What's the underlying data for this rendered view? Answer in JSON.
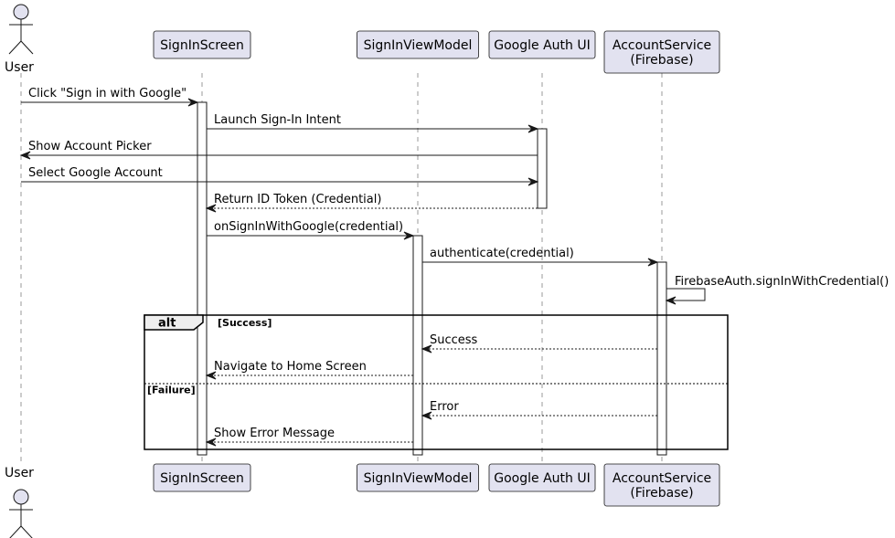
{
  "participants": [
    {
      "id": "user",
      "kind": "actor",
      "label": "User"
    },
    {
      "id": "signin",
      "kind": "participant",
      "lines": [
        "SignInScreen"
      ]
    },
    {
      "id": "vm",
      "kind": "participant",
      "lines": [
        "SignInViewModel"
      ]
    },
    {
      "id": "gauth",
      "kind": "participant",
      "lines": [
        "Google Auth UI"
      ]
    },
    {
      "id": "acct",
      "kind": "participant",
      "lines": [
        "AccountService",
        "(Firebase)"
      ]
    }
  ],
  "messages": [
    {
      "from": "user",
      "to": "signin",
      "text": "Click \"Sign in with Google\"",
      "style": "solid"
    },
    {
      "from": "signin",
      "to": "gauth",
      "text": "Launch Sign-In Intent",
      "style": "solid"
    },
    {
      "from": "gauth",
      "to": "user",
      "text": "Show Account Picker",
      "style": "solid"
    },
    {
      "from": "user",
      "to": "gauth",
      "text": "Select Google Account",
      "style": "solid"
    },
    {
      "from": "gauth",
      "to": "signin",
      "text": "Return ID Token (Credential)",
      "style": "dashed"
    },
    {
      "from": "signin",
      "to": "vm",
      "text": "onSignInWithGoogle(credential)",
      "style": "solid"
    },
    {
      "from": "vm",
      "to": "acct",
      "text": "authenticate(credential)",
      "style": "solid"
    },
    {
      "from": "acct",
      "to": "acct",
      "text": "FirebaseAuth.signInWithCredential()",
      "style": "solid"
    },
    {
      "from": "acct",
      "to": "vm",
      "text": "Success",
      "style": "dashed"
    },
    {
      "from": "vm",
      "to": "signin",
      "text": "Navigate to Home Screen",
      "style": "dashed"
    },
    {
      "from": "acct",
      "to": "vm",
      "text": "Error",
      "style": "dashed"
    },
    {
      "from": "vm",
      "to": "signin",
      "text": "Show Error Message",
      "style": "dashed"
    }
  ],
  "fragment": {
    "operator": "alt",
    "operands": [
      {
        "guard": "[Success]"
      },
      {
        "guard": "[Failure]"
      }
    ]
  },
  "colors": {
    "participant_fill": "#e2e2f0",
    "border": "#181818",
    "lifeline": "#999999",
    "fragment_tab": "#eeeeee"
  }
}
